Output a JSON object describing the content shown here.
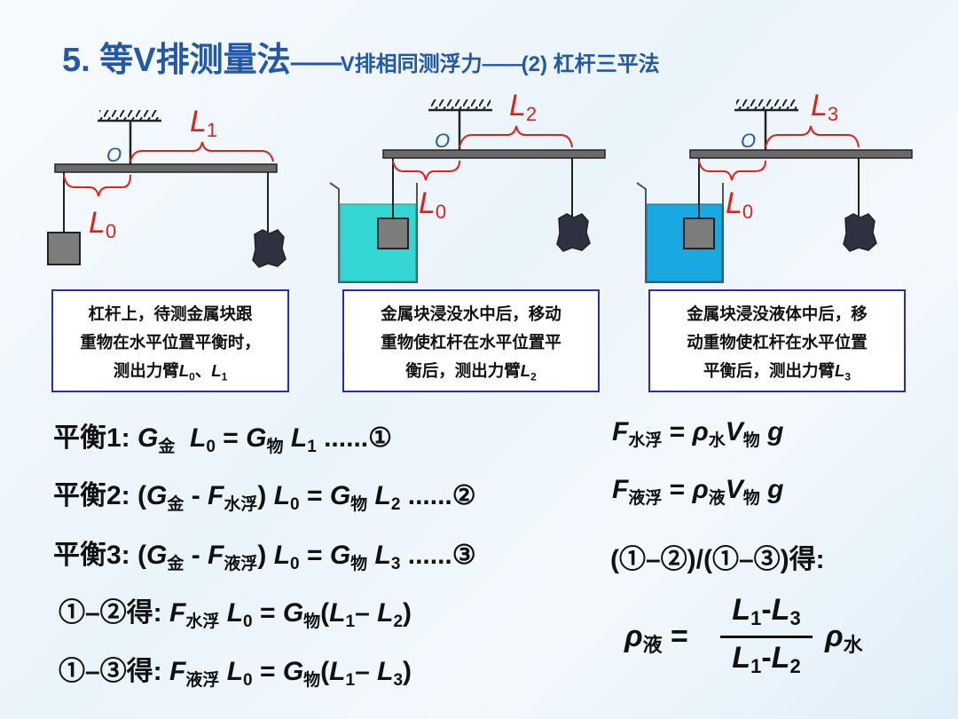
{
  "title": {
    "part1": "5. 等V排测量法",
    "dash1": "——",
    "part2": "V排相同测浮力",
    "dash2": "——",
    "part3": "(2) 杠杆三平法"
  },
  "diagram": {
    "pivot_label": "O",
    "label_L0": "L",
    "sub_0": "0",
    "label_L1": "L",
    "sub_1": "1",
    "label_L2": "L",
    "sub_2": "2",
    "label_L3": "L",
    "sub_3": "3",
    "water_color": "#33d6d2",
    "liquid_color": "#1aa8e0",
    "label_color": "#e0201a",
    "pivot_color": "#2357a8"
  },
  "boxes": [
    {
      "line1": "杠杆上，待测金属块跟",
      "line2": "重物在水平位置平衡时，",
      "line3_pre": "测出力臂",
      "L": "L",
      "s0": "0",
      "sep": "、",
      "L_b": "L",
      "s1": "1"
    },
    {
      "line1": "金属块浸没水中后，移动",
      "line2": "重物使杠杆在水平位置平",
      "line3_pre": "衡后，测出力臂",
      "L": "L",
      "s2": "2"
    },
    {
      "line1": "金属块浸没液体中后，移",
      "line2": "动重物使杠杆在水平位置",
      "line3_pre": "平衡后，测出力臂",
      "L": "L",
      "s3": "3"
    }
  ],
  "equations": {
    "eq1": {
      "label": "平衡1: ",
      "G": "G",
      "jin": "金",
      "L": "L",
      "s0": "0",
      "eqs": " = ",
      "G2": "G",
      "wu": "物",
      "L2": "L",
      "s1": "1",
      "tail": "  ......①"
    },
    "eq2": {
      "label": "平衡2: (",
      "G": "G",
      "jin": "金",
      "minus": " - ",
      "F": "F",
      "fsub": "水浮",
      "close": ") ",
      "L": "L",
      "s0": "0",
      "eqs": " = ",
      "G2": "G",
      "wu": "物",
      "L2": "L",
      "s2": "2",
      "tail": "  ......②"
    },
    "eq3": {
      "label": "平衡3: (",
      "G": "G",
      "jin": "金",
      "minus": " - ",
      "F": "F",
      "fsub": "液浮",
      "close": ") ",
      "L": "L",
      "s0": "0",
      "eqs": " = ",
      "G2": "G",
      "wu": "物",
      "L2": "L",
      "s3": "3",
      "tail": "  ......③"
    },
    "eq4": {
      "label": "①–②得:  ",
      "F": "F",
      "fsub": "水浮",
      "L": " L",
      "s0": "0",
      "eqs": " = ",
      "G": "G",
      "wu": "物",
      "open": "(",
      "La": "L",
      "s1": "1",
      "mid": "– ",
      "Lb": "L",
      "s2": "2",
      "close": ")"
    },
    "eq5": {
      "label": "①–③得:  ",
      "F": "F",
      "fsub": "液浮",
      "L": " L",
      "s0": "0",
      "eqs": " = ",
      "G": "G",
      "wu": "物",
      "open": "(",
      "La": "L",
      "s1": "1",
      "mid": "– ",
      "Lb": "L",
      "s3": "3",
      "close": ")"
    },
    "r1": {
      "F": "F",
      "fsub": "水浮",
      "eqs": " = ",
      "rho": "ρ",
      "rsub": "水",
      "V": "V",
      "vsub": "物",
      "g": " g"
    },
    "r2": {
      "F": "F",
      "fsub": "液浮",
      "eqs": " = ",
      "rho": "ρ",
      "rsub": "液",
      "V": "V",
      "vsub": "物",
      "g": " g"
    },
    "r3": {
      "text": "(①–②)/(①–③)得:"
    },
    "result": {
      "rho": "ρ",
      "rsub": "液",
      "eqs": " = ",
      "numL1": "L",
      "n1": "1",
      "nd": "-",
      "numL2": "L",
      "n3": "3",
      "denL1": "L",
      "d1": "1",
      "dd": "-",
      "denL2": "L",
      "d2": "2",
      "rho2": "ρ",
      "rsub2": "水"
    }
  }
}
